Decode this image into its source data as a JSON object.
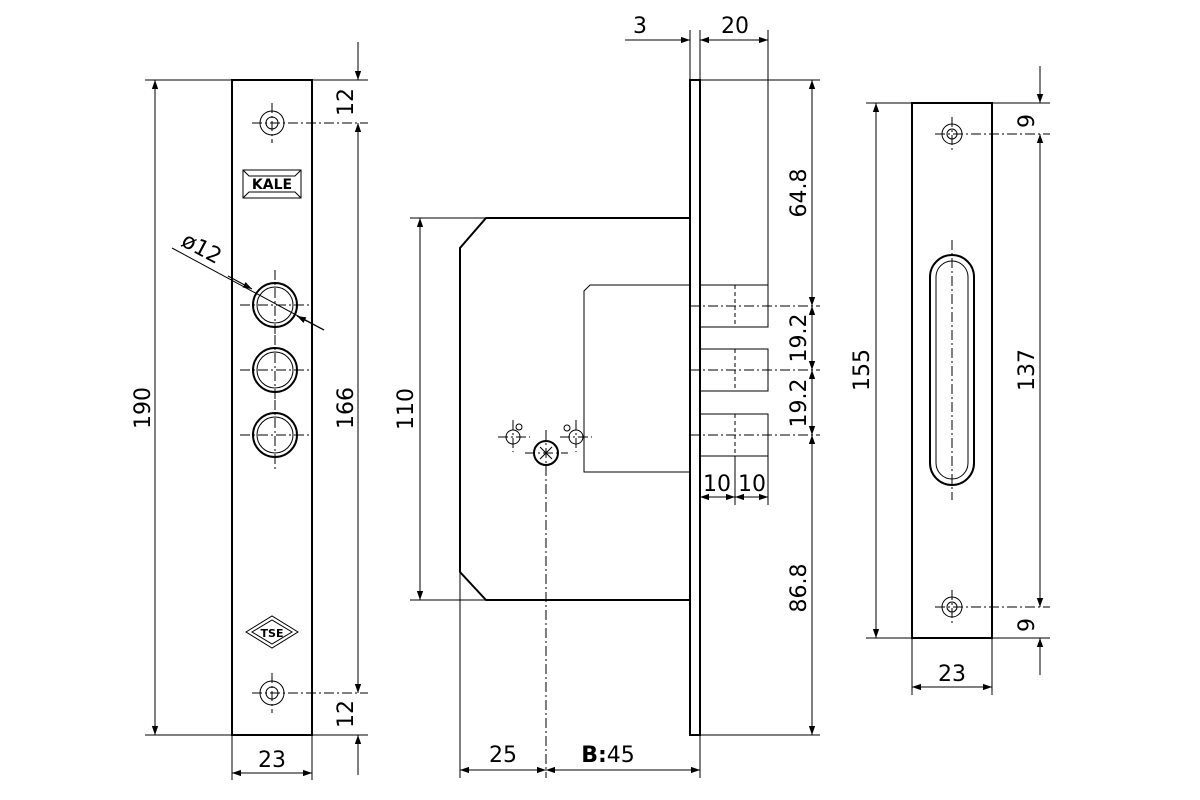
{
  "faceplate": {
    "brand_logo": "KALE",
    "cert_logo": "TSE",
    "dims": {
      "total_height": "190",
      "bolt_span": "166",
      "top_offset": "12",
      "bottom_offset": "12",
      "width": "23",
      "hole_diameter": "ø12"
    }
  },
  "side_view": {
    "dims": {
      "plate_thickness": "3",
      "bolt_throw": "20",
      "body_height": "110",
      "top_to_bolt": "64.8",
      "bolt_pitch_1": "19.2",
      "bolt_pitch_2": "19.2",
      "bottom_to_bolt": "86.8",
      "bolt_step_1": "10",
      "bolt_step_2": "10",
      "edge_offset": "25",
      "backset_label": "B:",
      "backset_value": "45"
    }
  },
  "strike_plate": {
    "dims": {
      "total_height": "155",
      "hole_span": "137",
      "top_offset": "9",
      "bottom_offset": "9",
      "width": "23"
    }
  }
}
